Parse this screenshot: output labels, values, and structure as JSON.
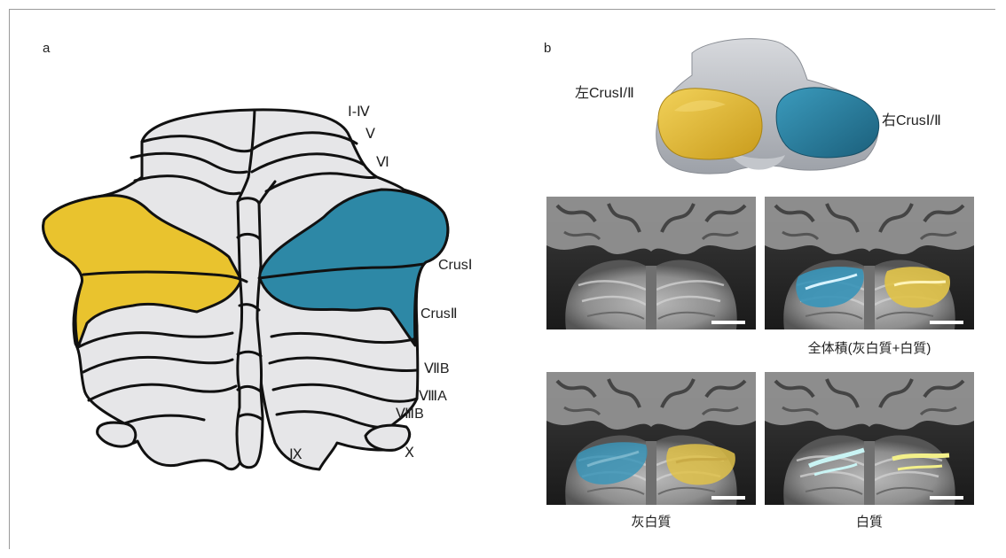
{
  "panel_a": {
    "letter": "a",
    "labels": {
      "lobule_i_iv": "Ⅰ-Ⅳ",
      "lobule_v": "Ⅴ",
      "lobule_vi": "Ⅵ",
      "crus_i": "CrusⅠ",
      "crus_ii": "CrusⅡ",
      "lobule_viib": "ⅦB",
      "lobule_viiia": "ⅧA",
      "lobule_viiib": "ⅧB",
      "lobule_ix": "Ⅸ",
      "lobule_x": "Ⅹ"
    }
  },
  "panel_b": {
    "letter": "b",
    "left_crus_label": "左CrusⅠ/Ⅱ",
    "right_crus_label": "右CrusⅠ/Ⅱ",
    "captions": {
      "total_volume": "全体積(灰白質+白質)",
      "gray_matter": "灰白質",
      "white_matter": "白質"
    }
  },
  "colors": {
    "left_crus_yellow": "#e9c32e",
    "right_crus_blue": "#2d88a6",
    "lobule_fill": "#e6e6e8",
    "outline": "#111111"
  }
}
